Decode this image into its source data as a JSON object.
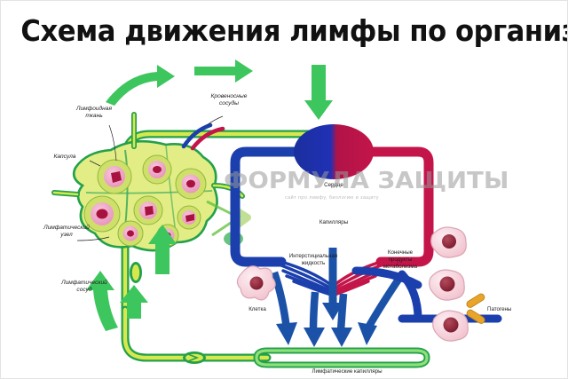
{
  "title": "Схема движения лимфы по организму",
  "watermark": {
    "main": "ФОРМУЛА ЗАЩИТЫ",
    "sub": "сайт про лимфу, биологию и защиту"
  },
  "labels": {
    "lymphoid_tissue": "Лимфоидная\nткань",
    "capsule": "Капсула",
    "blood_vessels": "Кровеносные\nсосуды",
    "lymph_node": "Лимфатический\nузел",
    "lymph_vessel": "Лимфатический\nсосуд",
    "heart": "Сердце",
    "capillaries": "Капилляры",
    "interstitial_fluid": "Интерстициальная\nжидкость",
    "cell": "Клетка",
    "metabolism_products": "Конечные\nпродукты\nметаболизма",
    "pathogens": "Патогены",
    "lymphatic_capillaries": "Лимфатические капилляры"
  },
  "colors": {
    "arrow_green": "#3ec65e",
    "vessel_green_dark": "#23a14a",
    "vessel_green_light": "#d7e84f",
    "node_fill": "#e0ec7a",
    "lobule_pink": "#f0a8c8",
    "nucleus_red": "#b8133f",
    "venous_blue": "#1b3fad",
    "arterial_red": "#c4154a",
    "arrow_blue": "#1b52a8",
    "cell_pink": "#f7d6de",
    "cell_nucleus": "#8e2436",
    "pathogen_orange": "#e8a52a",
    "background": "#ffffff",
    "title_color": "#111111"
  }
}
